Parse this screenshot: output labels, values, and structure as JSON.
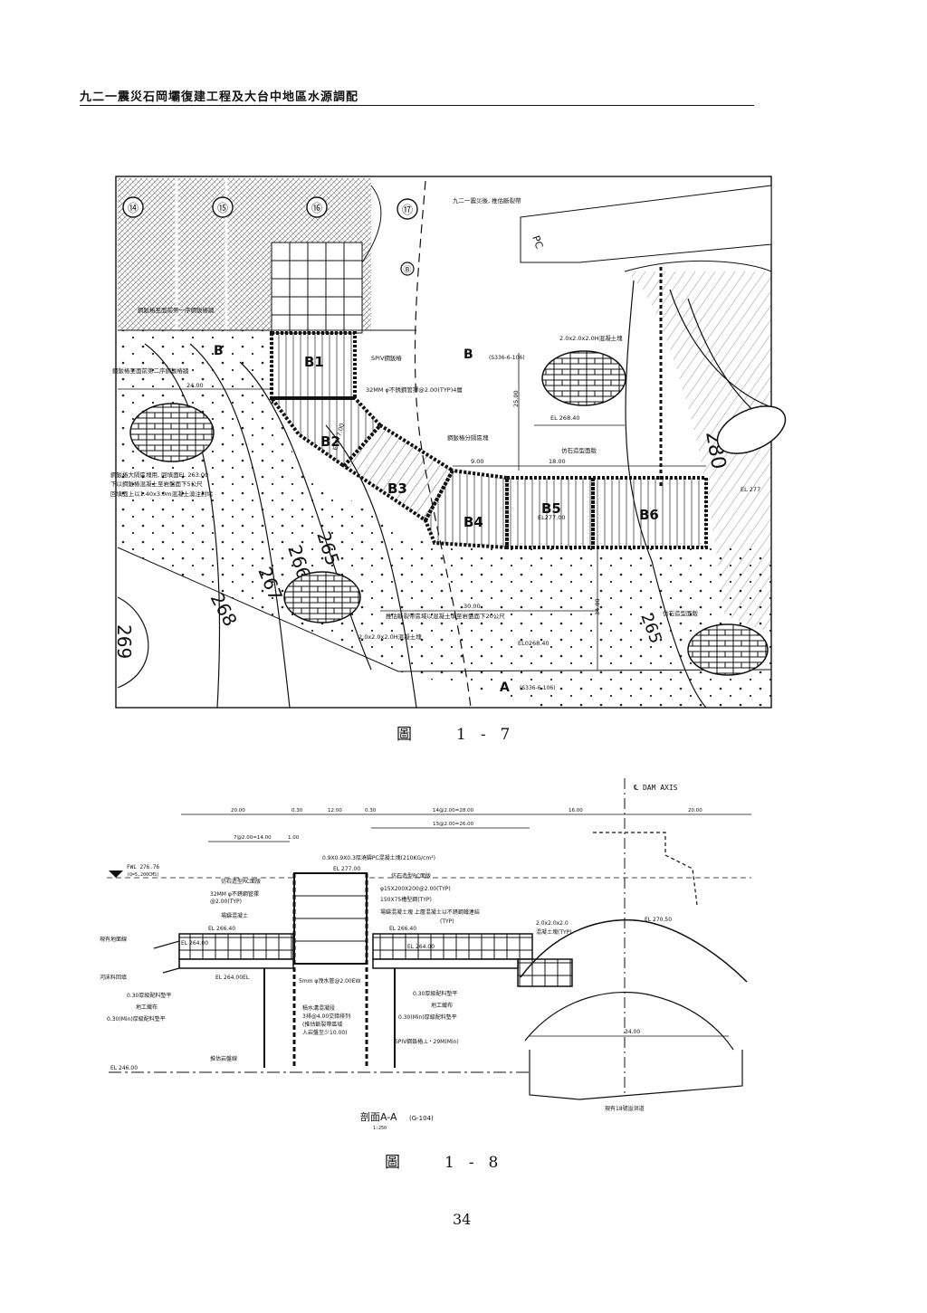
{
  "header": {
    "title": "九二一震災石岡壩復建工程及大台中地區水源調配"
  },
  "figure_1_7": {
    "caption": "圖　1-7",
    "grid_markers": [
      "⑭",
      "⑮",
      "⑯",
      "⑰",
      "Ⓑ"
    ],
    "blocks": [
      "B1",
      "B2",
      "B3",
      "B4",
      "B5",
      "B6"
    ],
    "section_marks": {
      "b_left": "B",
      "b_mid": "B",
      "b_ref": "(S336-6-106)",
      "a_bottom": "A",
      "a_ref": "(S336-6-106)"
    },
    "contours": [
      "269",
      "268",
      "267",
      "266",
      "265",
      "265",
      "280"
    ],
    "labels": {
      "quake_fault": "九二一震災後, 推估斷裂帶",
      "pc": "PC",
      "wall_1": "鋼鈑樁至面前第一序鋼鈑樁牆",
      "wall_2": "鋼鈑樁至面前第二序鋼鈑樁牆",
      "spiv": "SPIV鋼鈑樁",
      "anchor_rebar": "32MM φ不銹鋼管擇@2.00(TYP)4層",
      "block_top": "2.0x2.0x2.0H混凝土塊",
      "el_268_40": "EL 268.40",
      "sheetpile_zone": "鋼鈑樁分隔區塊",
      "imitation_stone_1": "仿石造型面版",
      "imitation_stone_2": "仿石造型面版",
      "el_277": "EL 277",
      "dim_9": "9.00",
      "dim_18": "18.00",
      "dim_24": "24.00",
      "dim_25": "25.00",
      "dim_30": "30.00",
      "dim_34": "34.00",
      "el_277_00": "EL277.00",
      "el_277_00b": "EL277.00",
      "note_left_1": "鋼鈑樁大隔區塊用, 回填面EL 263.00",
      "note_left_2": "下以鋼鈑樁混凝土至岩盤面下5公尺",
      "note_left_3": "回填面上以1.40x3.0m混凝土澆注封堵",
      "fault_fill": "推估斷裂帶區域以混凝土填至岩盤面下20公尺",
      "block_bottom": "2.0x2.0x2.0H混凝土塊",
      "el_268_40b": "EL0268.40"
    }
  },
  "figure_1_8": {
    "caption": "圖　1-8",
    "axis_label": "℄ DAM AXIS",
    "top_dims": [
      "20.00",
      "0.30",
      "12.00",
      "0.30",
      "14@2.00=28.00",
      "16.00",
      "20.00"
    ],
    "sub_dims": [
      "7@2.00=14.00",
      "1.00",
      "13@2.00=26.00"
    ],
    "water_level": "FWL 276.76",
    "water_level_sub": "(Q=5,200CMS)",
    "labels": {
      "pc_block": "0.9X0.9X0.3厚澆鑄PC混凝土塊(210KG/cm²)",
      "el_277": "EL 277.00",
      "rc_face_left": "仿石造型RC面版",
      "rc_face_right": "仿石造型RC面版",
      "stainless": "32MM φ不銹鋼管擇",
      "stainless_2": "@2.00(TYP)",
      "rebar_ring": "φ15X200X200@2.00(TYP)",
      "i_beam": "150X75槽型鋼(TYP)",
      "cast_concrete": "場鑄混凝土",
      "cast_concrete_r": "場鑄混凝土塊 上層混凝土以不銹鋼鐵連結",
      "typ": "(TYP)",
      "block_2": "2.0x2.0x2.0",
      "block_2b": "混凝土塊(TYP)",
      "existing_ground": "現有地面線",
      "riverbed_fill": "河床料回填",
      "el_266_40": "EL 266.40",
      "el_266_40b": "EL 266.40",
      "el_264_00": "EL 264.00",
      "el_264_00b": "EL 264.00",
      "el_264_00c": "EL 264.00EL",
      "el_270_50": "EL 270.50",
      "filter_left": "0.30厚級配料墊平",
      "geotextile_left": "地工織布",
      "filter_min_left": "0.30(Min)厚級配料墊平",
      "drain": "5mm φ洩水管@2.00EW",
      "drain_pipe_1": "積水溝混凝段",
      "drain_pipe_2": "3排@4.00交錯排列",
      "drain_pipe_3": "(推估斷裂帶區域",
      "drain_pipe_4": "入岩盤至少10.00)",
      "filter_right": "0.30厚級配料墊平",
      "geotextile_right": "地工織布",
      "filter_min_right": "0.30(Min)厚級配料墊平",
      "spiv_pile": "SPIV鋼鈑樁,L・29M(Min)",
      "rock_line": "推估岩盤線",
      "el_246": "EL 246.00",
      "dim_34": "34.00",
      "spillway": "現有18號溢洪道",
      "section_title": "剖面A-A",
      "section_ref": "(G-104)",
      "scale": "1:250"
    }
  },
  "footer": {
    "page_number": "34"
  }
}
